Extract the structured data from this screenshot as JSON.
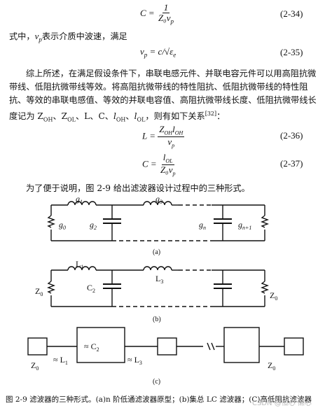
{
  "equations": {
    "e34": {
      "lhs": "C =",
      "num": "1",
      "den": "Z₀v",
      "den_sub": "p",
      "number": "(2-34)"
    },
    "e35": {
      "lhs": "v",
      "lhs_sub": "p",
      "rhs": "= c/√ε",
      "rhs_sub": "e",
      "number": "(2-35)"
    },
    "e36": {
      "lhs": "L =",
      "num": "Z",
      "num_rest": "OH",
      "num2": "l",
      "num2_rest": "OH",
      "den": "v",
      "den_sub": "p",
      "number": "(2-36)"
    },
    "e37": {
      "lhs": "C =",
      "num": "l",
      "num_sub": "OL",
      "den": "Z₀v",
      "den_sub": "p",
      "number": "(2-37)"
    }
  },
  "text": {
    "p1_a": "式中，",
    "p1_v": "v",
    "p1_vsub": "p",
    "p1_b": "表示介质中波速，满足",
    "p2": "综上所述，在满足假设条件下，串联电感元件、并联电容元件可以用高阻抗微带线、低阻抗微带线等效。将高阻抗微带线的特性阻抗、低阻抗微带线的特性阻抗、等效的串联电感值、等效的并联电容值、高阻抗微带线长度、低阻抗微带线长度记为 Z",
    "p2_tail": "，则有如下关系",
    "p3": "为了便于说明，图 2-9 给出滤波器设计过程中的三种形式。",
    "caption": "图 2-9  滤波器的三种形式。(a)n 阶低通滤波器原型；(b)集总 LC 滤波器；(C)高低阻抗滤波器",
    "watermark": "CSDN @恒心 懒心"
  },
  "figure_a": {
    "g1": "g",
    "g1_sub": "1",
    "g2": "g",
    "g2_sub": "2",
    "g3": "g",
    "g3_sub": "3",
    "gn": "g",
    "gn_sub": "n",
    "g0": "g",
    "g0_sub": "0",
    "gn1": "g",
    "gn1_sub": "n+1",
    "label": "(a)"
  },
  "figure_b": {
    "L1": "L",
    "L1_sub": "1",
    "C2": "C",
    "C2_sub": "2",
    "L3": "L",
    "L3_sub": "3",
    "Z0_left": "Z",
    "Z0_left_sub": "0",
    "Z0_right": "Z",
    "Z0_right_sub": "0",
    "label": "(b)"
  },
  "figure_c": {
    "C2": "≈ C",
    "C2_sub": "2",
    "L1": "≈ L",
    "L1_sub": "1",
    "L3": "≈ L",
    "L3_sub": "3",
    "Z0_left": "Z",
    "Z0_left_sub": "0",
    "Z0_right": "Z",
    "Z0_right_sub": "0",
    "label": "(c)"
  }
}
